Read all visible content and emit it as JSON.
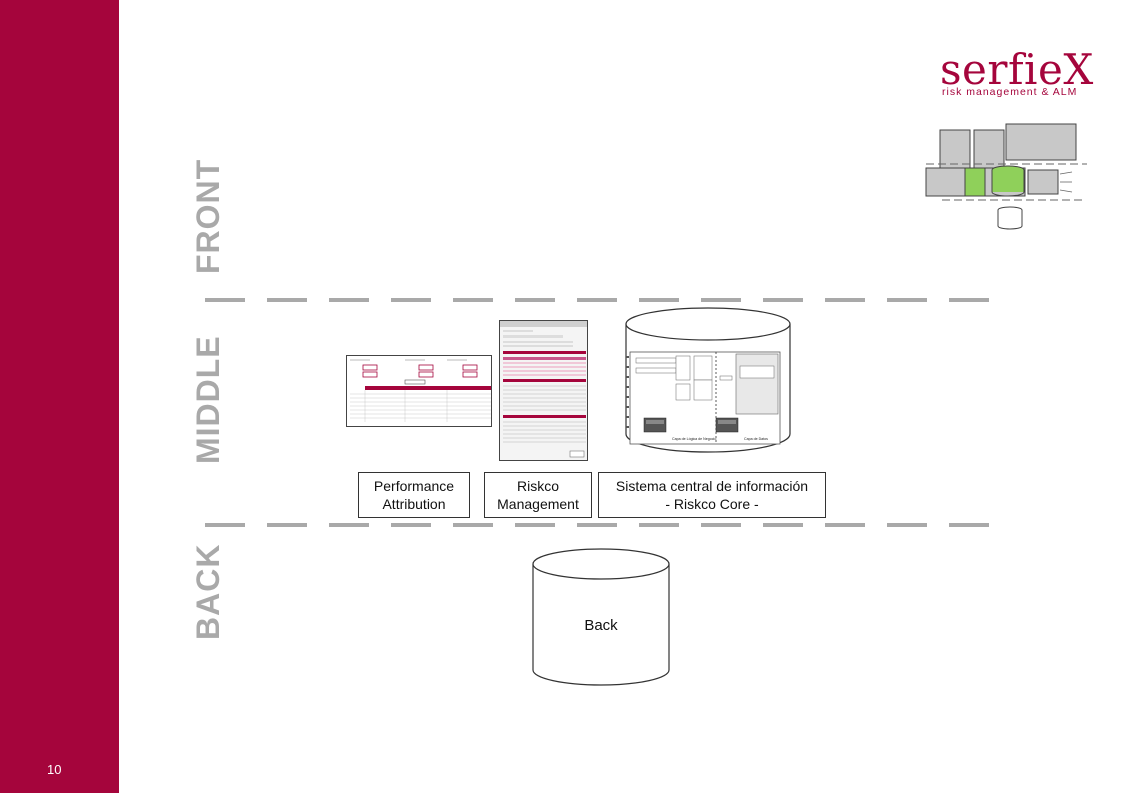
{
  "page": {
    "number": "10"
  },
  "logo": {
    "word": "serfieX",
    "tagline": "risk management & ALM"
  },
  "colors": {
    "brand": "#a5053c",
    "layer_label": "#a9a9a9",
    "accent_green": "#8fd05a",
    "gray_block": "#c8c8c8"
  },
  "layers": {
    "front": "FRONT",
    "middle": "MIDDLE",
    "back": "BACK"
  },
  "modules": {
    "performance": {
      "line1": "Performance",
      "line2": "Attribution"
    },
    "riskco_management": {
      "line1": "Riskco",
      "line2": "Management"
    },
    "core": {
      "line1": "Sistema central de información",
      "line2": "- Riskco Core -"
    }
  },
  "back_db": {
    "label": "Back"
  },
  "core_cylinder": {
    "left_caption": "Capa de Lógica de Negocio",
    "right_caption": "Capa de Datos"
  },
  "icons": [
    "architecture-mini-diagram-icon",
    "database-cylinder-icon",
    "screenshot-thumbnail-icon"
  ]
}
